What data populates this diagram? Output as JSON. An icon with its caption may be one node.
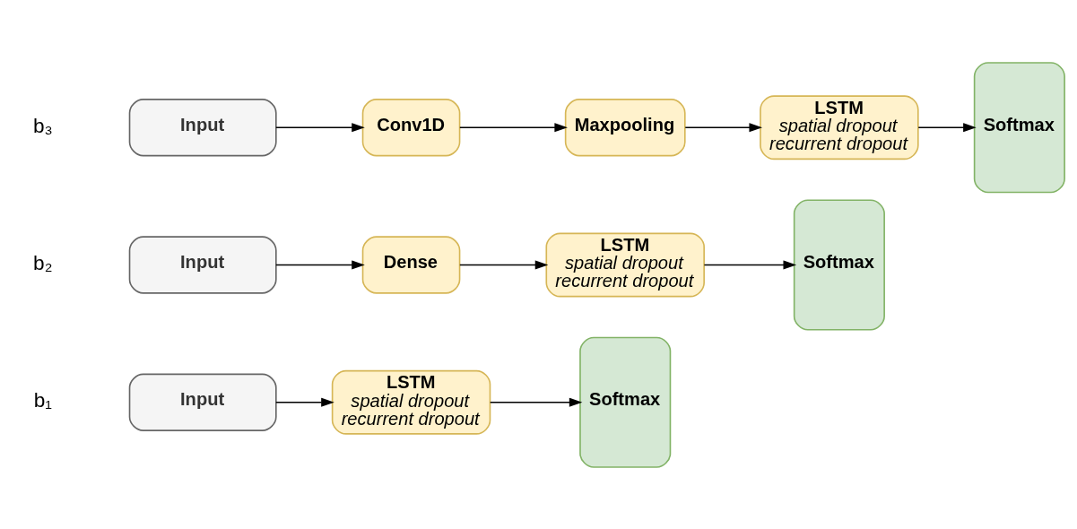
{
  "diagram": {
    "nodes": [
      {
        "text": [
          "Input"
        ]
      },
      {
        "text": [
          "LSTM",
          "spatial dropout",
          "recurrent dropout"
        ]
      },
      {
        "text": [
          "Softmax"
        ]
      },
      {
        "text": [
          "Input"
        ]
      },
      {
        "text": [
          "Dense"
        ]
      },
      {
        "text": [
          "LSTM",
          "spatial dropout",
          "recurrent dropout"
        ]
      },
      {
        "text": [
          "Softmax"
        ]
      },
      {
        "text": [
          "Input"
        ]
      },
      {
        "text": [
          "Conv1D"
        ]
      },
      {
        "text": [
          "Maxpooling"
        ]
      },
      {
        "text": [
          "LSTM",
          "spatial dropout",
          "recurrent dropout"
        ]
      },
      {
        "text": [
          "Softmax"
        ]
      }
    ],
    "edges": [
      {
        "from": 0,
        "to": 1,
        "arrow": "to"
      },
      {
        "from": 1,
        "to": 2,
        "arrow": "to"
      },
      {
        "from": 3,
        "to": 4,
        "arrow": "to"
      },
      {
        "from": 4,
        "to": 5,
        "arrow": "to"
      },
      {
        "from": 5,
        "to": 6,
        "arrow": "to"
      },
      {
        "from": 7,
        "to": 8,
        "arrow": "to"
      },
      {
        "from": 8,
        "to": 9,
        "arrow": "to"
      },
      {
        "from": 9,
        "to": 10,
        "arrow": "to"
      },
      {
        "from": 10,
        "to": 11,
        "arrow": "to"
      }
    ],
    "labels": [
      "b₁",
      "b₂",
      "b₃"
    ]
  }
}
